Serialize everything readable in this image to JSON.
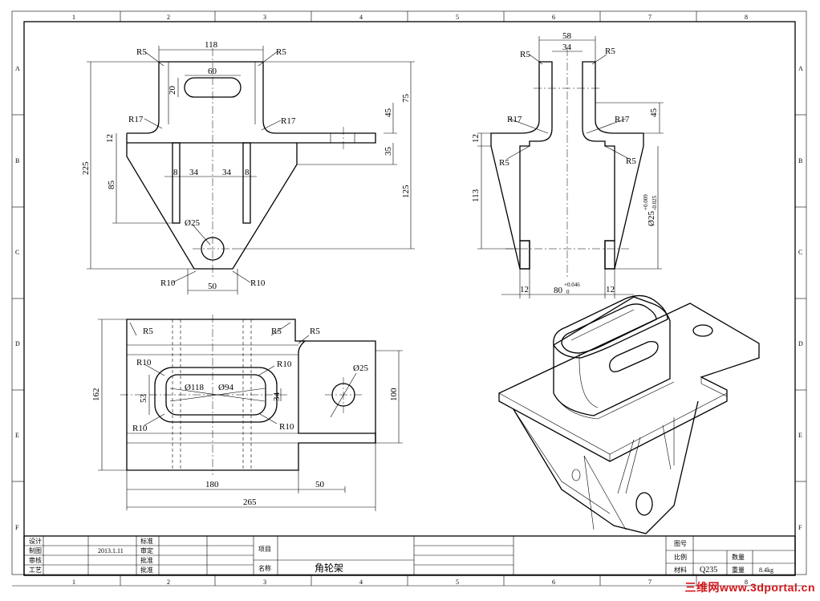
{
  "grid": {
    "columns": [
      "1",
      "2",
      "3",
      "4",
      "5",
      "6",
      "7",
      "8"
    ],
    "rows": [
      "A",
      "B",
      "C",
      "D",
      "E",
      "F"
    ]
  },
  "front_view": {
    "dims": {
      "top_width": "118",
      "slot_width": "60",
      "slot_height": "20",
      "r5_left": "R5",
      "r5_right": "R5",
      "r17_left": "R17",
      "r17_right": "R17",
      "plate_thickness": "12",
      "total_height": "225",
      "rib_height": "85",
      "rib8_left": "8",
      "rib34_left": "34",
      "rib34_right": "34",
      "rib8_right": "8",
      "h75": "75",
      "h45": "45",
      "h35": "35",
      "h125": "125",
      "hole": "Ø25",
      "r10_left": "R10",
      "r10_right": "R10",
      "bottom_width": "50"
    }
  },
  "side_view": {
    "dims": {
      "outer_width": "58",
      "inner_width": "34",
      "r5_left": "R5",
      "r5_right": "R5",
      "r17_left": "R17",
      "r17_right": "R17",
      "h45": "45",
      "plate": "12",
      "r5_lower_left": "R5",
      "r5_lower_right": "R5",
      "h113": "113",
      "bore": "Ø25",
      "bore_tol_up": "+0.009",
      "bore_tol_low": "-0.025",
      "wall_left": "12",
      "bore_80": "80",
      "bore80_tol_up": "+0.046",
      "bore80_tol_low": "0",
      "wall_right": "12"
    }
  },
  "top_view": {
    "dims": {
      "r5_a": "R5",
      "r5_b": "R5",
      "r5_c": "R5",
      "r10_tl": "R10",
      "r10_tr": "R10",
      "r10_bl": "R10",
      "r10_br": "R10",
      "d118": "Ø118",
      "d94": "Ø94",
      "h53": "53",
      "h34": "34",
      "h162": "162",
      "h100": "100",
      "hole": "Ø25",
      "w180": "180",
      "w50": "50",
      "w265": "265"
    }
  },
  "title_block": {
    "rows": [
      "设计",
      "制图",
      "审核",
      "工艺"
    ],
    "date": "2013.1.11",
    "col_labels": [
      "标准",
      "审定",
      "批准",
      "批准"
    ],
    "project_label": "项目",
    "name_label": "名称",
    "part_name": "角轮架",
    "drawing_no_label": "图号",
    "scale_label": "比例",
    "quantity_label": "数量",
    "material_label": "材料",
    "material": "Q235",
    "weight_label": "重量",
    "weight": "8.4kg"
  },
  "watermark": "三维网www.3dportal.cn"
}
